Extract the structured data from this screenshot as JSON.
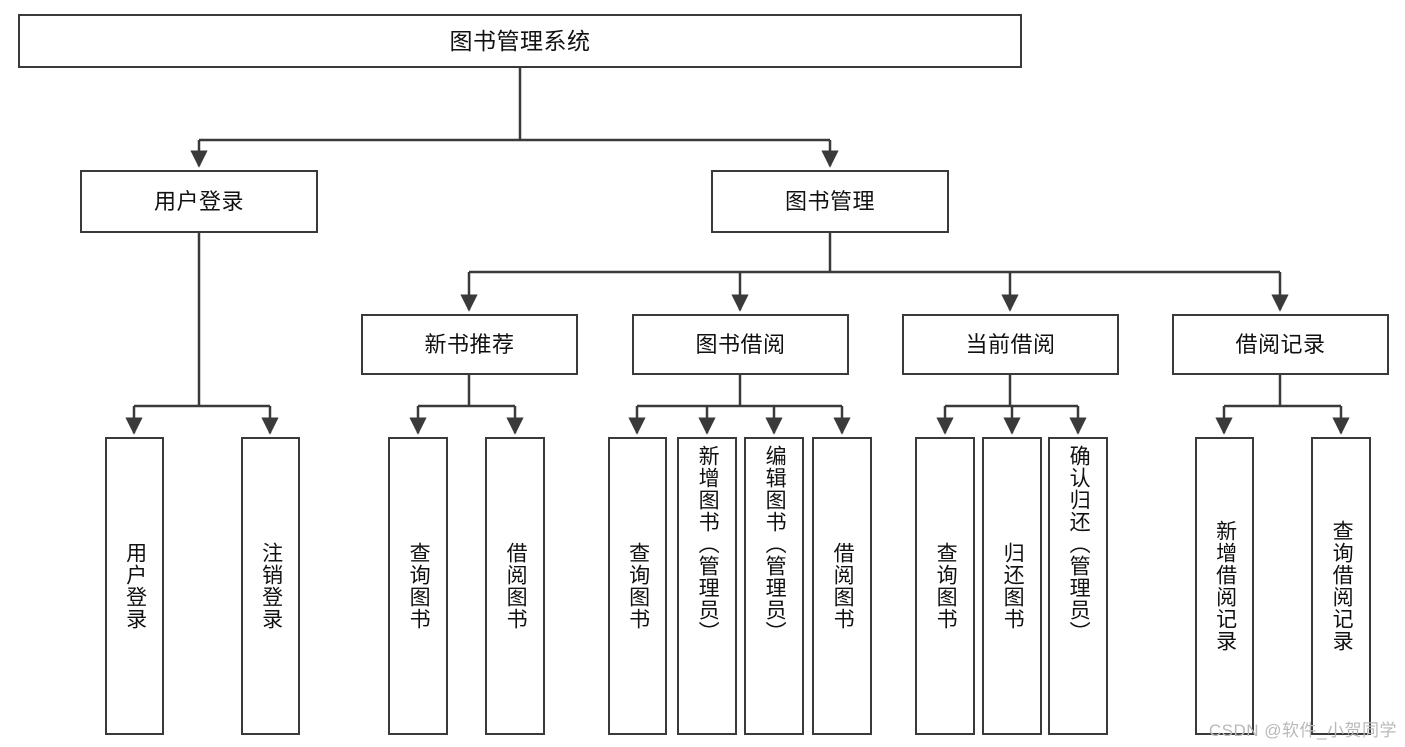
{
  "diagram": {
    "title": "图书管理系统",
    "type": "hierarchy-tree",
    "levels": 4,
    "colors": {
      "stroke": "#3a3a3a",
      "fill": "#ffffff",
      "text": "#111111",
      "watermark": "#b9b9b9"
    },
    "root": {
      "id": "root",
      "label": "图书管理系统"
    },
    "level2": [
      {
        "id": "user-login",
        "label": "用户登录"
      },
      {
        "id": "book-management",
        "label": "图书管理"
      }
    ],
    "level3": [
      {
        "id": "new-book-recommend",
        "label": "新书推荐",
        "parent": "book-management"
      },
      {
        "id": "book-borrow",
        "label": "图书借阅",
        "parent": "book-management"
      },
      {
        "id": "current-borrow",
        "label": "当前借阅",
        "parent": "book-management"
      },
      {
        "id": "borrow-record",
        "label": "借阅记录",
        "parent": "book-management"
      }
    ],
    "leaves": {
      "user-login": [
        {
          "id": "leaf-user-login",
          "label": "用户登录"
        },
        {
          "id": "leaf-logout-login",
          "label": "注销登录"
        }
      ],
      "new-book-recommend": [
        {
          "id": "leaf-query-book-1",
          "label": "查询图书"
        },
        {
          "id": "leaf-borrow-book-1",
          "label": "借阅图书"
        }
      ],
      "book-borrow": [
        {
          "id": "leaf-query-book-2",
          "label": "查询图书"
        },
        {
          "id": "leaf-add-book",
          "label": "新增图书（管理员）"
        },
        {
          "id": "leaf-edit-book",
          "label": "编辑图书（管理员）"
        },
        {
          "id": "leaf-borrow-book-2",
          "label": "借阅图书"
        }
      ],
      "current-borrow": [
        {
          "id": "leaf-query-book-3",
          "label": "查询图书"
        },
        {
          "id": "leaf-return-book",
          "label": "归还图书"
        },
        {
          "id": "leaf-confirm-return",
          "label": "确认归还（管理员）"
        }
      ],
      "borrow-record": [
        {
          "id": "leaf-add-record",
          "label": "新增借阅记录"
        },
        {
          "id": "leaf-query-record",
          "label": "查询借阅记录"
        }
      ]
    }
  },
  "watermark": {
    "text": "CSDN @软件_小贺同学"
  }
}
